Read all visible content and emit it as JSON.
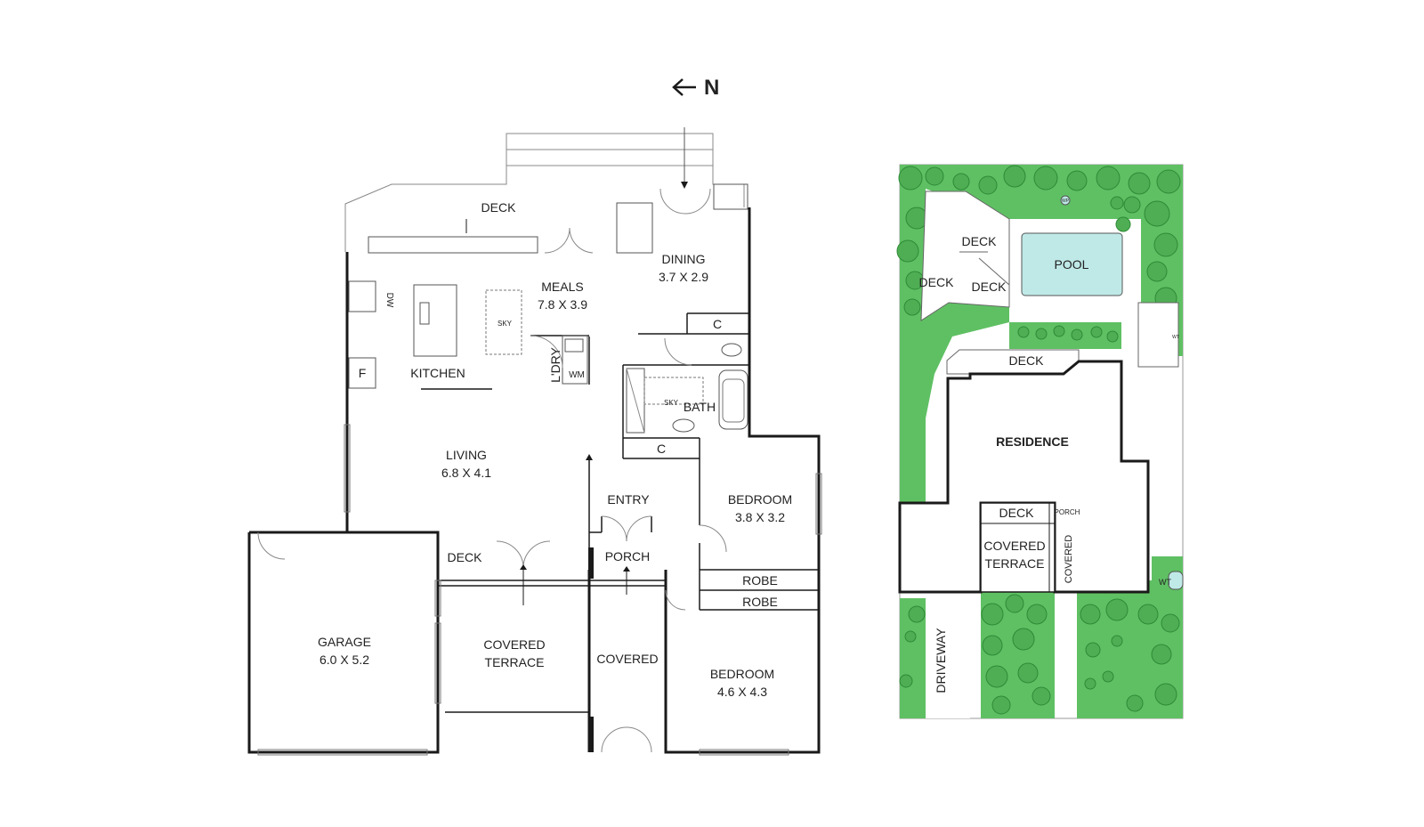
{
  "compass": {
    "label": "N"
  },
  "floor_plan": {
    "deck_rear": "DECK",
    "dining": {
      "name": "DINING",
      "dims": "3.7 X 2.9"
    },
    "meals": {
      "name": "MEALS",
      "dims": "7.8 X 3.9"
    },
    "kitchen": "KITCHEN",
    "sky_meals": "SKY",
    "dw": "DW",
    "fridge": "F",
    "laundry": "L'DRY",
    "wm": "WM",
    "cupboard_dining": "C",
    "sky_bath": "SKY",
    "bath": "BATH",
    "cupboard_bath": "C",
    "living": {
      "name": "LIVING",
      "dims": "6.8 X 4.1"
    },
    "entry": "ENTRY",
    "bedroom1": {
      "name": "BEDROOM",
      "dims": "3.8 X 3.2"
    },
    "robe1": "ROBE",
    "robe2": "ROBE",
    "bedroom2": {
      "name": "BEDROOM",
      "dims": "4.6 X 4.3"
    },
    "garage": {
      "name": "GARAGE",
      "dims": "6.0 X 5.2"
    },
    "deck_front": "DECK",
    "covered_terrace": {
      "line1": "COVERED",
      "line2": "TERRACE"
    },
    "porch": "PORCH",
    "covered": "COVERED"
  },
  "site_plan": {
    "deck_top": "DECK",
    "deck_left": "DECK",
    "deck_mid": "DECK",
    "pool": "POOL",
    "deck_lower": "DECK",
    "residence": "RESIDENCE",
    "deck_inner": "DECK",
    "porch": "PORCH",
    "covered_terrace": {
      "line1": "COVERED",
      "line2": "TERRACE"
    },
    "covered_vertical": "COVERED",
    "driveway": "DRIVEWAY",
    "wt": "WT",
    "wt_small": "WT",
    "wp": "WP"
  },
  "colors": {
    "wall": "#1a1a1a",
    "lawn": "#5fc063",
    "tree": "#2e8a36",
    "tree_fill": "#4fae54",
    "pool": "#bfe9e7"
  }
}
